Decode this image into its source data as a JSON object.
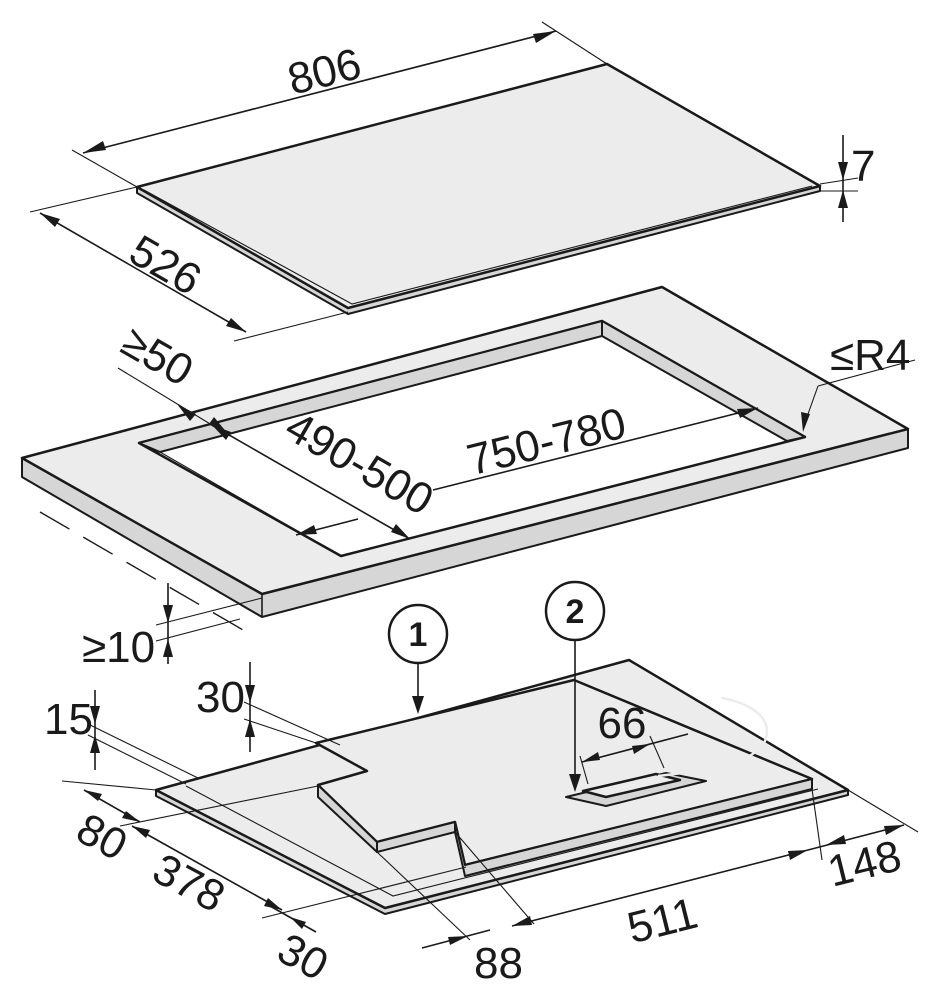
{
  "dimensions": {
    "hob_width": "806",
    "hob_depth": "526",
    "hob_thickness": "7",
    "min_front_gap": "≥50",
    "cutout_radius": "≤R4",
    "cutout_depth": "490-500",
    "cutout_width": "750-780",
    "min_clearance_below": "≥10",
    "step_height": "30",
    "base_height": "15",
    "cable_offset": "66",
    "front_offset": "80",
    "housing_depth": "378",
    "front_step": "30",
    "rear_offset": "88",
    "housing_width": "511",
    "right_offset": "148"
  },
  "callouts": {
    "one": "1",
    "two": "2"
  },
  "colors": {
    "line": "#1a1a1a",
    "surface": "#ececec",
    "edge": "#d6d6d6"
  }
}
